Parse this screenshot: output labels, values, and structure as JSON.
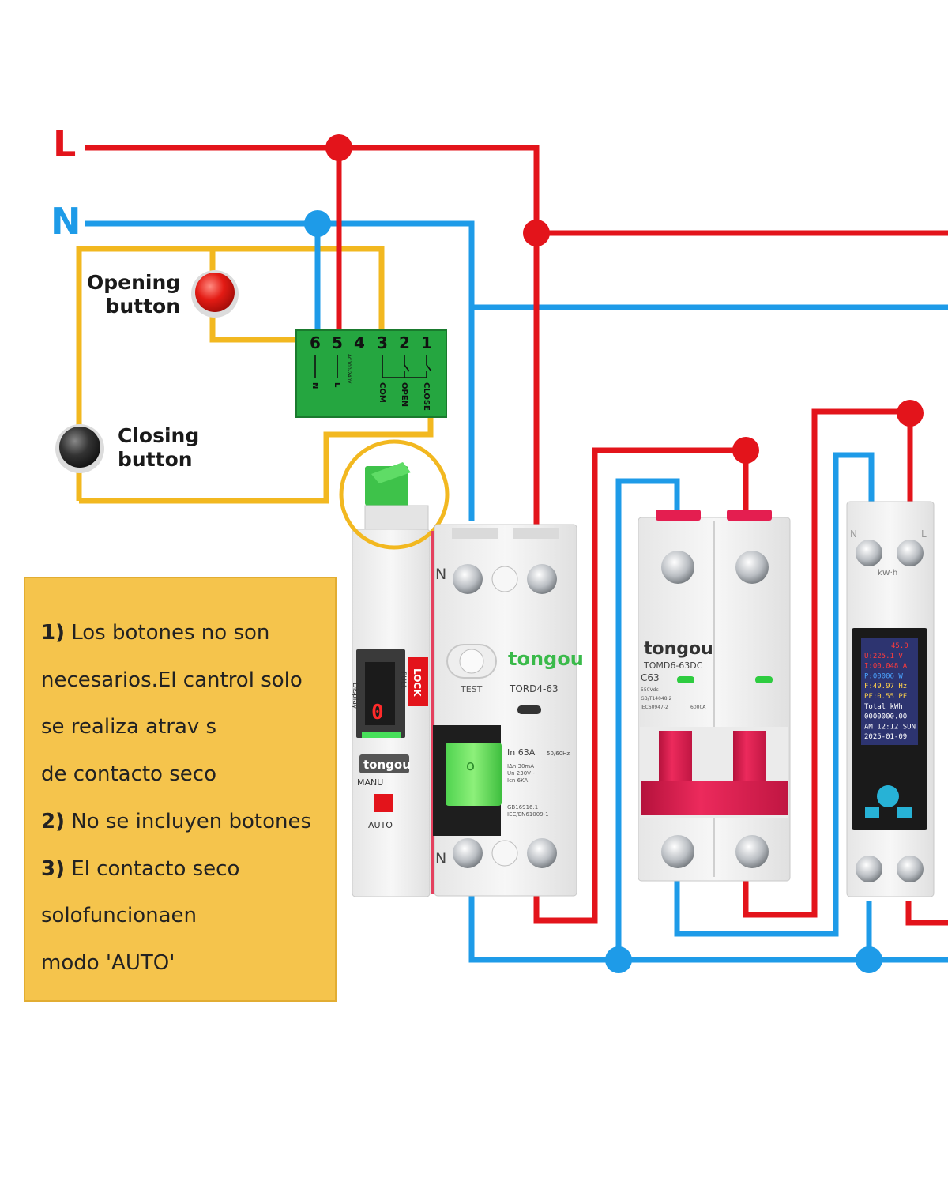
{
  "lines": {
    "live": "L",
    "neutral": "N"
  },
  "buttons": {
    "opening": [
      "Opening",
      "button"
    ],
    "closing": [
      "Closing",
      "button"
    ]
  },
  "relay": {
    "terminals": [
      "6",
      "5",
      "4",
      "3",
      "2",
      "1"
    ],
    "vertical_labels": [
      "N",
      "L",
      "COM",
      "OPEN",
      "CLOSE"
    ],
    "rating": "AC100-240V"
  },
  "rcbo": {
    "brand": "tongou",
    "model": "TORD4-63",
    "test": "TEST",
    "n_top": "N",
    "n_bottom": "N",
    "lock": "LOCK",
    "pull": "PULL",
    "display": "Display",
    "manu": "MANU",
    "auto": "AUTO",
    "rating": "In 63A",
    "freq": "50/60Hz",
    "standards": [
      "GB16916.1",
      "IEC/EN61009-1"
    ],
    "specs": [
      "IΔn 30mA",
      "Un 230V~",
      "Icn 6KA"
    ],
    "digit": "0"
  },
  "mcb": {
    "brand": "tongou",
    "model": "TOMD6-63DC",
    "curve": "C63",
    "specs": [
      "550Vdc",
      "GB/T14048.2",
      "IEC60947-2"
    ],
    "capacity": "6000A"
  },
  "meter": {
    "unit": "kW·h",
    "n": "N",
    "l": "L",
    "screen": [
      "45.0",
      "U:225.1  V",
      "I:00.048 A",
      "P:00006  W",
      "F:49.97 Hz",
      "PF:0.55 PF",
      "Total kWh",
      "0000000.00",
      "AM 12:12 SUN",
      "2025-01-09"
    ]
  },
  "notes": [
    {
      "num": "",
      "text": "1) ",
      "num_bold": "1)",
      "rest": " Los botones no son"
    },
    {
      "num_bold": "",
      "rest": "necesarios.El cantrol solo"
    },
    {
      "num_bold": "",
      "rest": "se realiza atrav s"
    },
    {
      "num_bold": "",
      "rest": "de contacto seco"
    },
    {
      "num_bold": "2)",
      "rest": " No se incluyen botones"
    },
    {
      "num_bold": "3)",
      "rest": " El contacto seco"
    },
    {
      "num_bold": "",
      "rest": "solofuncionaen"
    },
    {
      "num_bold": "",
      "rest": "modo 'AUTO'"
    }
  ],
  "colors": {
    "live": "#e3141b",
    "neutral": "#1e9be8",
    "control": "#f2b820",
    "relay": "#25a640",
    "breaker_handle": "#e41e50",
    "note_bg": "#f5c44c",
    "brand_green": "#3aba4a"
  }
}
